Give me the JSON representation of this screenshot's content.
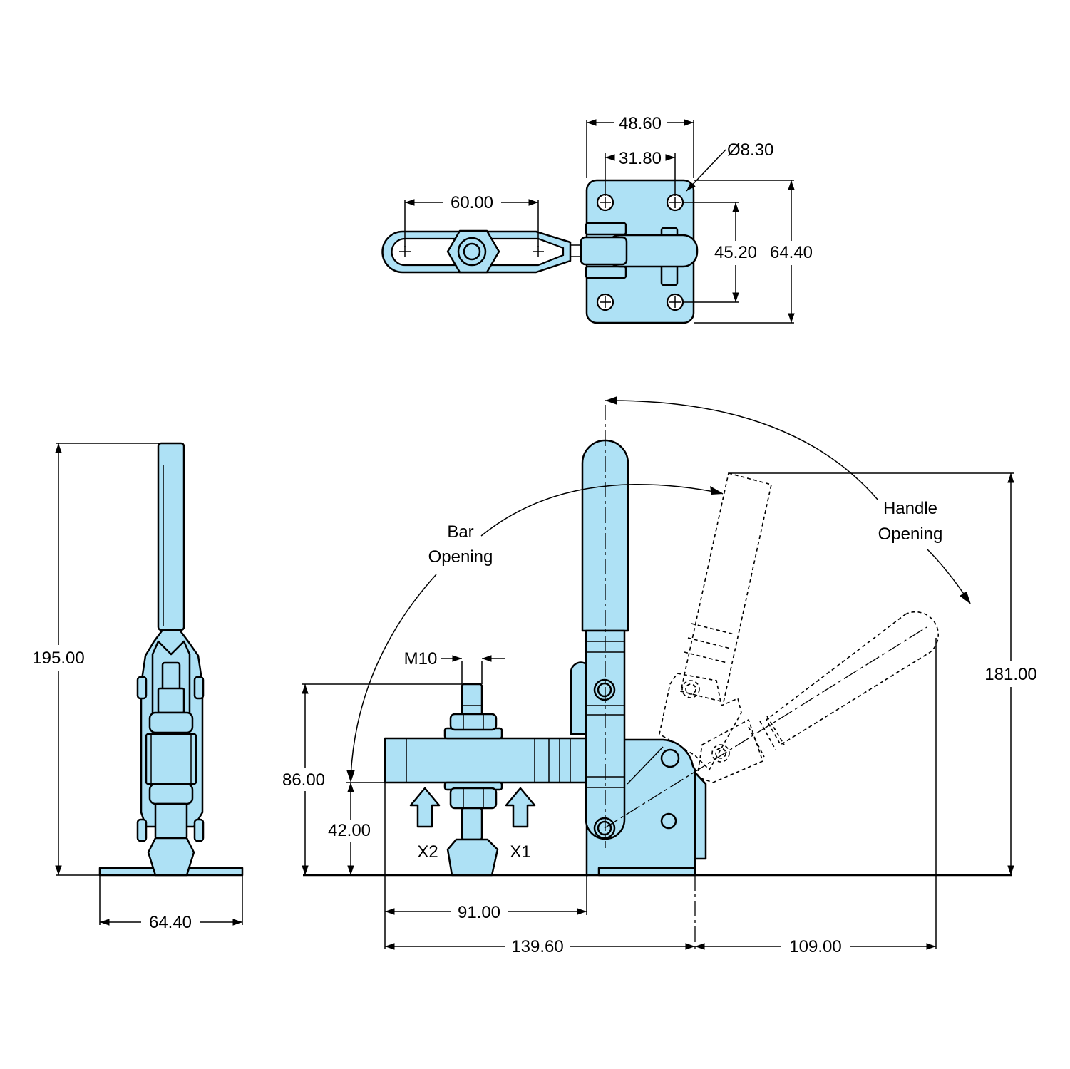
{
  "top_view": {
    "dim_overall_width": "48.60",
    "dim_hole_spacing_x": "31.80",
    "dim_hole_diameter": "Ø8.30",
    "dim_bar_slot": "60.00",
    "dim_hole_spacing_y": "45.20",
    "dim_overall_height": "64.40"
  },
  "side_view": {
    "dim_total_height": "195.00",
    "dim_base_width": "64.40"
  },
  "front_view": {
    "thread_label": "M10",
    "dim_spindle_height": "86.00",
    "dim_bar_height": "42.00",
    "force_label_x2": "X2",
    "force_label_x1": "X1",
    "dim_spindle_to_pivot": "91.00",
    "dim_base_length": "139.60",
    "dim_handle_reach": "109.00",
    "dim_handle_height": "181.00",
    "bar_opening_line1": "Bar",
    "bar_opening_line2": "Opening",
    "handle_opening_line1": "Handle",
    "handle_opening_line2": "Opening"
  },
  "colors": {
    "part_fill": "#aee1f5",
    "outline": "#000000"
  }
}
